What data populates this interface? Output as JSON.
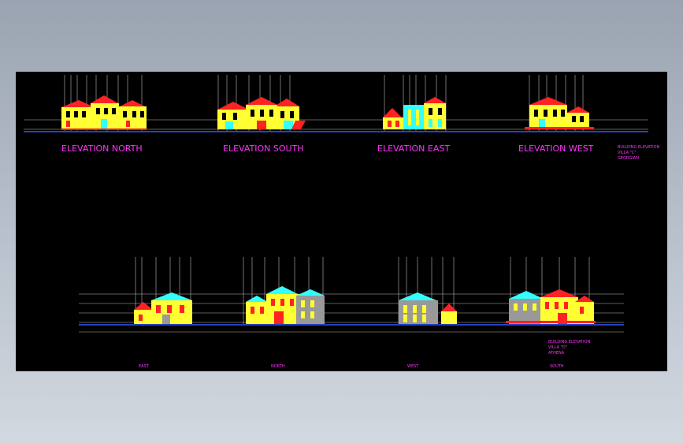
{
  "colors": {
    "background": "#000000",
    "label": "#ff33ff",
    "wall": "#ffff33",
    "roof": "#ff2222",
    "accent_cyan": "#33ffff",
    "accent_blue": "#3355ff",
    "grey": "#999999",
    "line": "#ffffff"
  },
  "top_row": {
    "labels": [
      "ELEVATION NORTH",
      "ELEVATION SOUTH",
      "ELEVATION EAST",
      "ELEVATION WEST"
    ],
    "note": [
      "BUILDING ELEVATION",
      "VILLA \"C\"",
      "GEORGIAN"
    ]
  },
  "bottom_row": {
    "labels": [
      "EAST",
      "NORTH",
      "WEST",
      "SOUTH"
    ],
    "note": [
      "BUILDING ELEVATION",
      "VILLA \"D\"",
      "ATHENA"
    ]
  }
}
